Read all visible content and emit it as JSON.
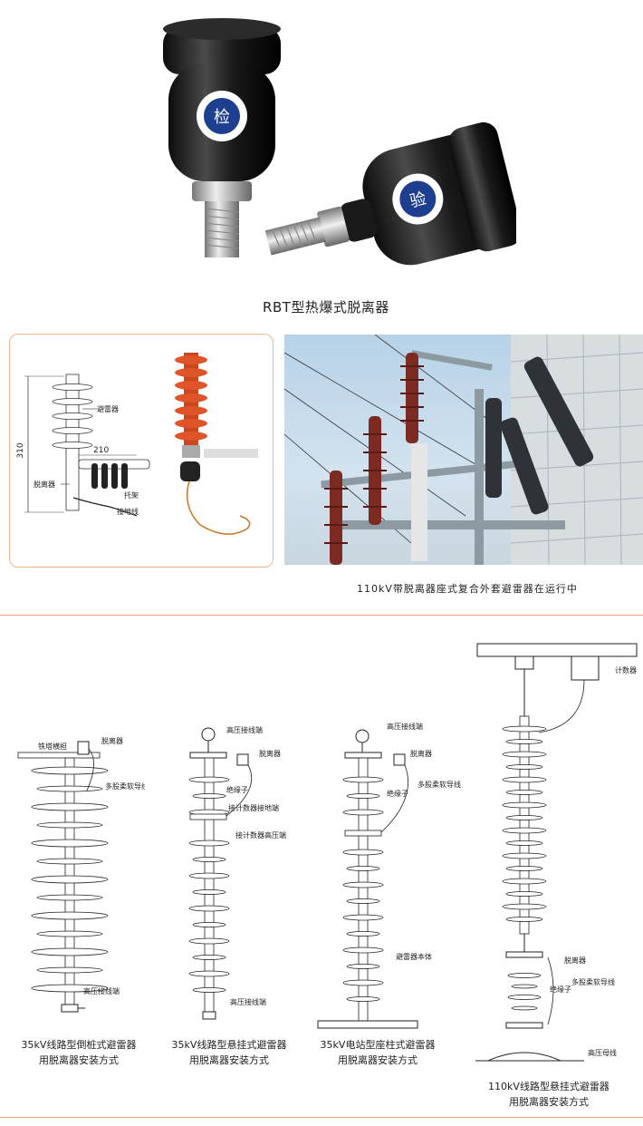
{
  "product": {
    "title": "RBT型热爆式脱离器",
    "badge_1": "检",
    "badge_2": "验"
  },
  "dimension_diagram": {
    "dim_height": "310",
    "dim_width": "210",
    "label_arrester": "避雷器",
    "label_disconnector": "脱离器",
    "label_bracket": "托架",
    "label_ground": "接地线"
  },
  "field_photo": {
    "caption": "110kV带脱离器座式复合外套避雷器在运行中"
  },
  "install_1": {
    "label_crossarm": "铁塔横担",
    "label_disconnector": "脱离器",
    "label_flex_wire": "多股柔软导线",
    "label_hv_terminal": "高压接线端",
    "caption_l1": "35kV线路型倒桩式避雷器",
    "caption_l2": "用脱离器安装方式"
  },
  "install_2": {
    "label_hv_terminal_top": "高压接线端",
    "label_disconnector": "脱离器",
    "label_insulator": "绝缘子",
    "label_counter_ground": "接计数器接地端",
    "label_counter_hv": "接计数器高压端",
    "label_hv_terminal_bottom": "高压接线端",
    "caption_l1": "35kV线路型悬挂式避雷器",
    "caption_l2": "用脱离器安装方式"
  },
  "install_3": {
    "label_hv_terminal": "高压接线端",
    "label_disconnector": "脱离器",
    "label_flex_wire": "多股柔软导线",
    "label_insulator": "绝缘子",
    "label_body": "避雷器本体",
    "caption_l1": "35kV电站型座柱式避雷器",
    "caption_l2": "用脱离器安装方式"
  },
  "install_4": {
    "label_counter": "计数器",
    "label_disconnector": "脱离器",
    "label_insulator": "绝缘子",
    "label_flex_wire": "多股柔软导线",
    "label_hv_bus": "高压母线",
    "caption_l1": "110kV线路型悬挂式避雷器",
    "caption_l2": "用脱离器安装方式"
  }
}
